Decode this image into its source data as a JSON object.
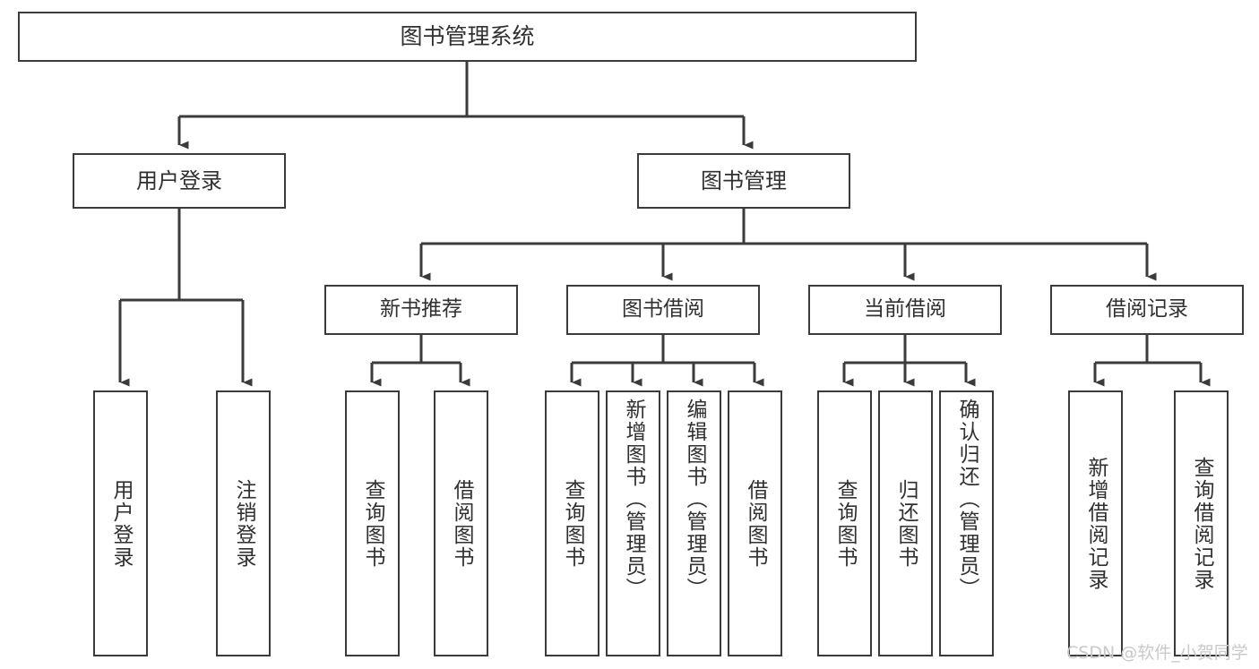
{
  "diagram": {
    "title": "图书管理系统",
    "type": "tree-hierarchy",
    "root": {
      "id": "root",
      "label": "图书管理系统"
    },
    "level2": [
      {
        "id": "user-login",
        "label": "用户登录"
      },
      {
        "id": "book-manage",
        "label": "图书管理"
      }
    ],
    "level3": [
      {
        "id": "new-book-rec",
        "label": "新书推荐",
        "parent": "book-manage"
      },
      {
        "id": "book-borrow",
        "label": "图书借阅",
        "parent": "book-manage"
      },
      {
        "id": "current-borrow",
        "label": "当前借阅",
        "parent": "book-manage"
      },
      {
        "id": "borrow-record",
        "label": "借阅记录",
        "parent": "book-manage"
      }
    ],
    "leaves": [
      {
        "id": "leaf-user-login",
        "label": "用户登录",
        "parent": "user-login"
      },
      {
        "id": "leaf-logout",
        "label": "注销登录",
        "parent": "user-login"
      },
      {
        "id": "leaf-query-book-1",
        "label": "查询图书",
        "parent": "new-book-rec"
      },
      {
        "id": "leaf-borrow-book-1",
        "label": "借阅图书",
        "parent": "new-book-rec"
      },
      {
        "id": "leaf-query-book-2",
        "label": "查询图书",
        "parent": "book-borrow"
      },
      {
        "id": "leaf-add-book",
        "label": "新增图书（管理员）",
        "parent": "book-borrow"
      },
      {
        "id": "leaf-edit-book",
        "label": "编辑图书（管理员）",
        "parent": "book-borrow"
      },
      {
        "id": "leaf-borrow-book-2",
        "label": "借阅图书",
        "parent": "book-borrow"
      },
      {
        "id": "leaf-query-book-3",
        "label": "查询图书",
        "parent": "current-borrow"
      },
      {
        "id": "leaf-return-book",
        "label": "归还图书",
        "parent": "current-borrow"
      },
      {
        "id": "leaf-confirm-return",
        "label": "确认归还（管理员）",
        "parent": "current-borrow"
      },
      {
        "id": "leaf-add-record",
        "label": "新增借阅记录",
        "parent": "borrow-record"
      },
      {
        "id": "leaf-query-record",
        "label": "查询借阅记录",
        "parent": "borrow-record"
      }
    ]
  },
  "watermark": {
    "text": "CSDN @软件_小贺同学"
  },
  "colors": {
    "stroke": "#3b3b3b",
    "text": "#303030",
    "background": "#ffffff",
    "watermark": "#c9c9c9"
  }
}
